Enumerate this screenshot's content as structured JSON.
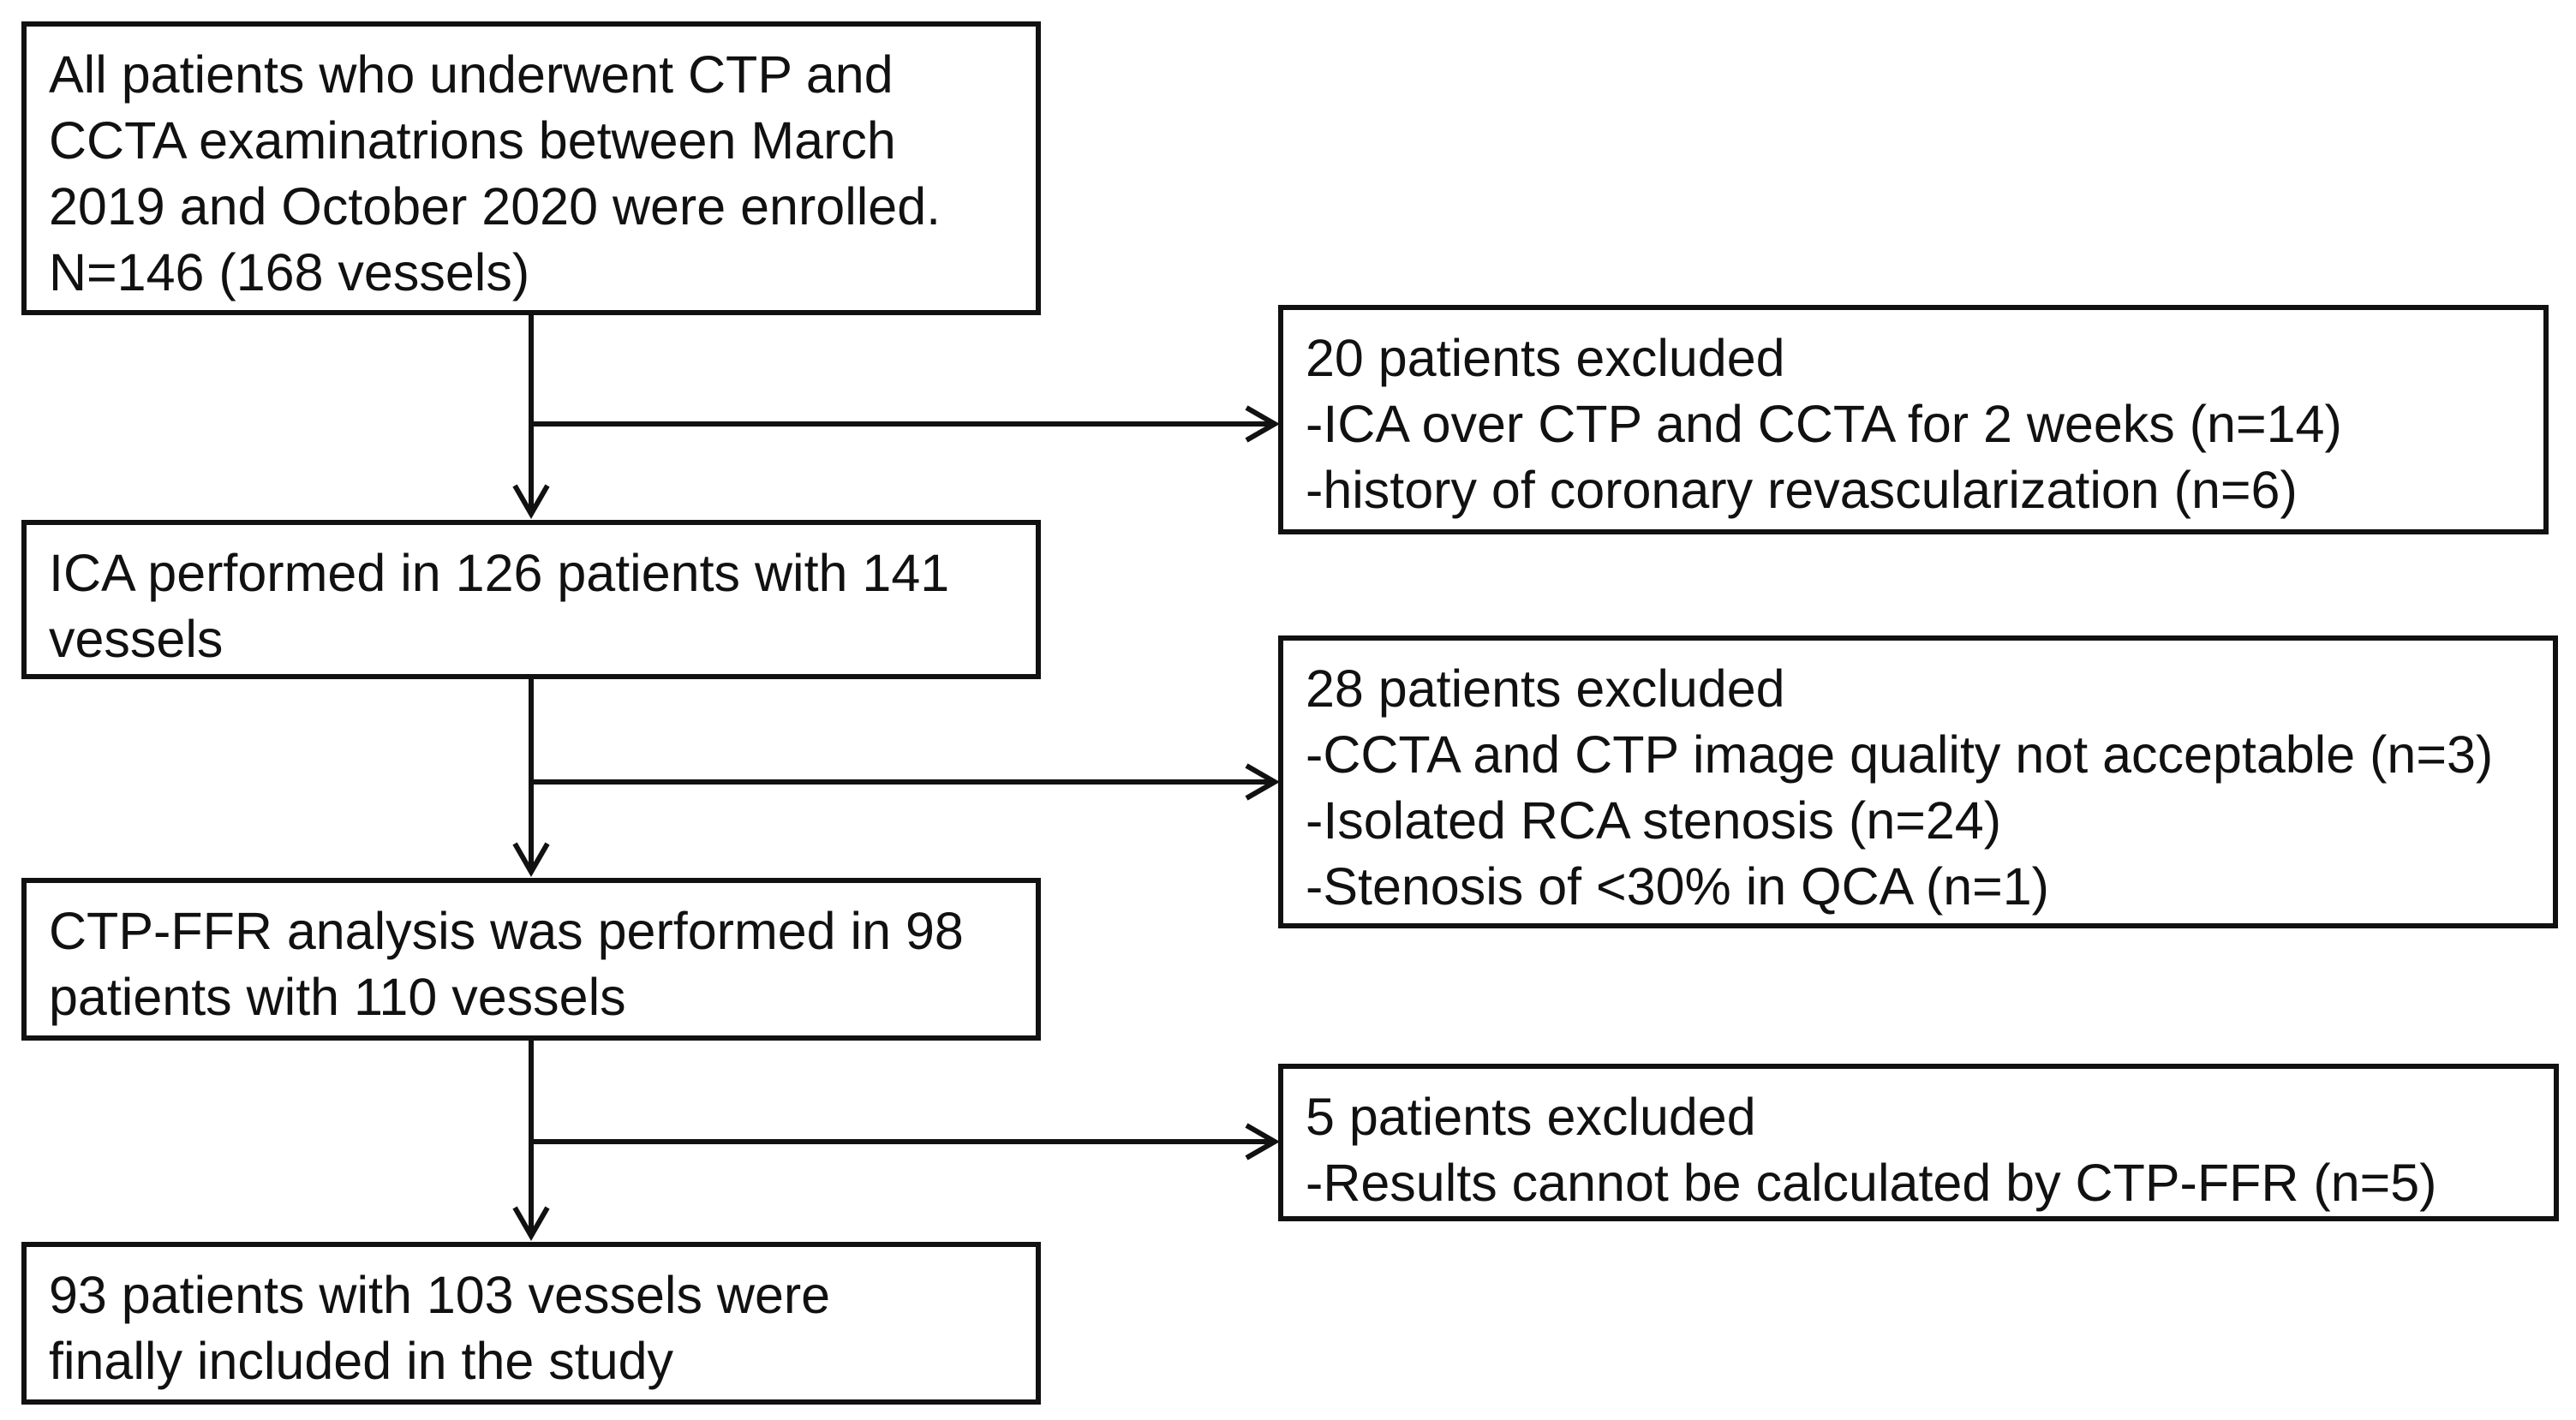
{
  "main_boxes": [
    {
      "id": "enrolled",
      "lines": [
        "All patients who underwent CTP and",
        "CCTA examinatrions between March",
        "2019 and October 2020 were enrolled.",
        "N=146 (168 vessels)"
      ]
    },
    {
      "id": "ica",
      "lines": [
        "ICA performed in 126 patients with 141",
        "vessels"
      ]
    },
    {
      "id": "ctp-ffr",
      "lines": [
        "CTP-FFR analysis was performed in 98",
        "patients with 110 vessels"
      ]
    },
    {
      "id": "final",
      "lines": [
        "93 patients with 103 vessels were",
        "finally included in the study"
      ]
    }
  ],
  "exclusion_boxes": [
    {
      "id": "exclusion-1",
      "lines": [
        "20 patients excluded",
        "-ICA over CTP and CCTA for 2 weeks (n=14)",
        "-history of coronary revascularization (n=6)"
      ]
    },
    {
      "id": "exclusion-2",
      "lines": [
        "28 patients excluded",
        "-CCTA and CTP image quality not acceptable (n=3)",
        "-Isolated RCA stenosis (n=24)",
        "-Stenosis of <30% in QCA (n=1)"
      ]
    },
    {
      "id": "exclusion-3",
      "lines": [
        "5 patients excluded",
        "-Results cannot be calculated by CTP-FFR (n=5)"
      ]
    }
  ],
  "colors": {
    "stroke": "#111111",
    "text": "#111111",
    "background": "#ffffff"
  }
}
